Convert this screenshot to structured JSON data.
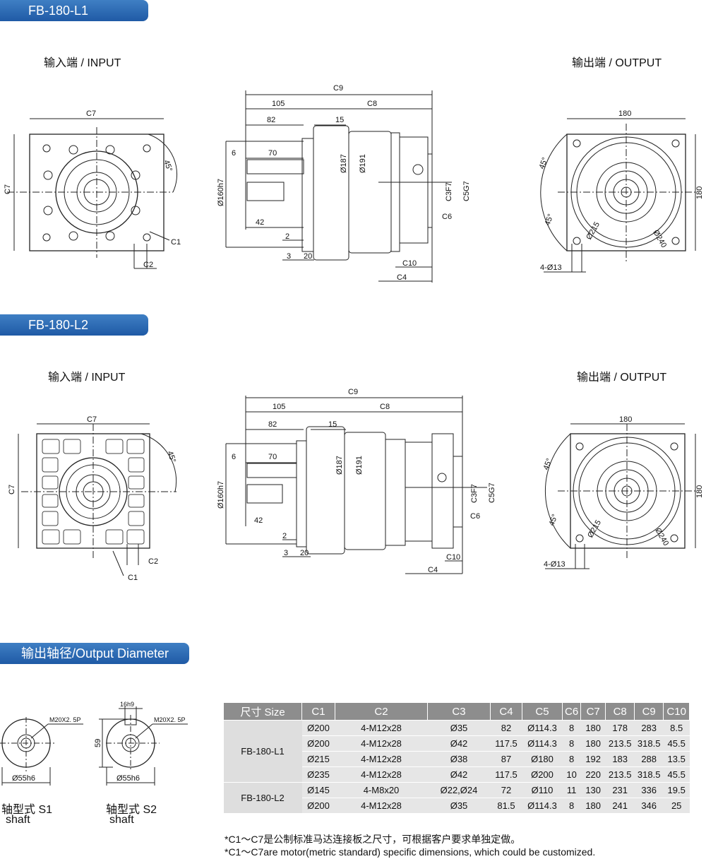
{
  "sections": {
    "l1_title": "FB-180-L1",
    "l2_title": "FB-180-L2",
    "diameter_title": "输出轴径/Output Diameter"
  },
  "labels": {
    "input": "输入端 / INPUT",
    "output": "输出端 / OUTPUT"
  },
  "dims": {
    "c1": "C1",
    "c2": "C2",
    "c3f7": "C3F7",
    "c4": "C4",
    "c5g7": "C5G7",
    "c6": "C6",
    "c7": "C7",
    "c8": "C8",
    "c9": "C9",
    "c10": "C10",
    "d45": "45°",
    "d180": "180",
    "d105": "105",
    "d82": "82",
    "d15": "15",
    "d6": "6",
    "d70": "70",
    "d42": "42",
    "d2": "2",
    "d3": "3",
    "d20": "20",
    "d160h7": "Ø160h7",
    "d187": "Ø187",
    "d191": "Ø191",
    "d215": "Ø215",
    "d240": "Ø240",
    "holes": "4-Ø13",
    "m20": "M20X2. 5P",
    "d55h6": "Ø55h6",
    "d16h9": "16h9",
    "d59": "59"
  },
  "shafts": {
    "s1_name": "轴型式 S1",
    "s1_sub": "shaft",
    "s2_name": "轴型式 S2",
    "s2_sub": "shaft"
  },
  "table": {
    "headers": [
      "尺寸 Size",
      "C1",
      "C2",
      "C3",
      "C4",
      "C5",
      "C6",
      "C7",
      "C8",
      "C9",
      "C10"
    ],
    "groups": [
      {
        "model": "FB-180-L1",
        "rows": [
          [
            "Ø200",
            "4-M12x28",
            "Ø35",
            "82",
            "Ø114.3",
            "8",
            "180",
            "178",
            "283",
            "8.5"
          ],
          [
            "Ø200",
            "4-M12x28",
            "Ø42",
            "117.5",
            "Ø114.3",
            "8",
            "180",
            "213.5",
            "318.5",
            "45.5"
          ],
          [
            "Ø215",
            "4-M12x28",
            "Ø38",
            "87",
            "Ø180",
            "8",
            "192",
            "183",
            "288",
            "13.5"
          ],
          [
            "Ø235",
            "4-M12x28",
            "Ø42",
            "117.5",
            "Ø200",
            "10",
            "220",
            "213.5",
            "318.5",
            "45.5"
          ]
        ]
      },
      {
        "model": "FB-180-L2",
        "rows": [
          [
            "Ø145",
            "4-M8x20",
            "Ø22,Ø24",
            "72",
            "Ø110",
            "11",
            "130",
            "231",
            "336",
            "19.5"
          ],
          [
            "Ø200",
            "4-M12x28",
            "Ø35",
            "81.5",
            "Ø114.3",
            "8",
            "180",
            "241",
            "346",
            "25"
          ]
        ]
      }
    ]
  },
  "notes": {
    "cn": "*C1～C7是公制标准马达连接板之尺寸，可根据客户要求单独定做。",
    "en": "*C1～C7are motor(metric standard) specific dimensions, which could be customized."
  },
  "colors": {
    "banner": "#2a66b0",
    "header_bg": "#8d8d8d",
    "row_bg": "#e6e6e6"
  }
}
